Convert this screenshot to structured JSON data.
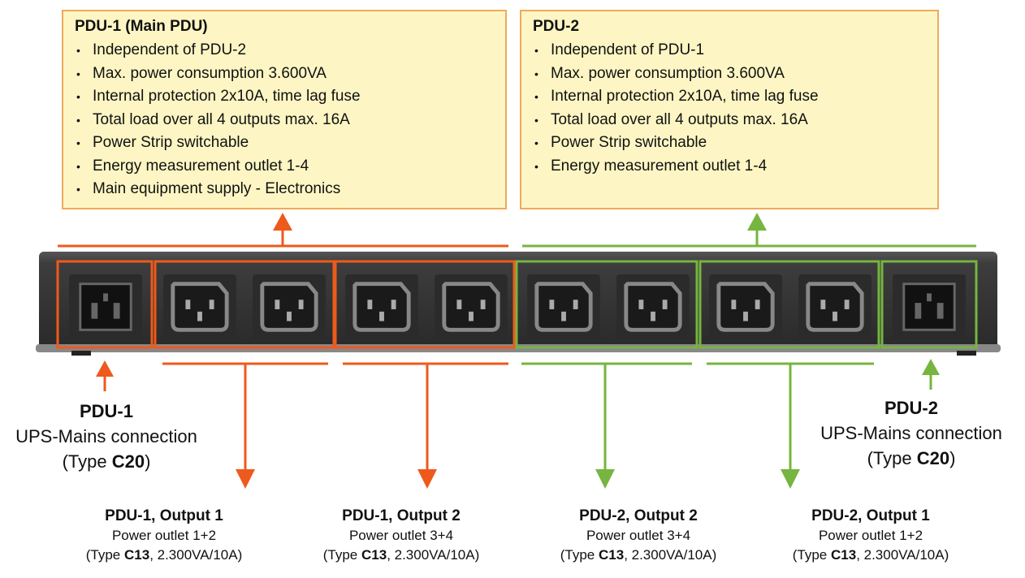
{
  "boxes": {
    "pdu1": {
      "title": "PDU-1 (Main PDU)",
      "items": [
        "Independent of PDU-2",
        "Max. power consumption 3.600VA",
        "Internal protection 2x10A, time lag fuse",
        "Total load over all 4 outputs max. 16A",
        "Power Strip switchable",
        "Energy measurement outlet 1-4",
        "Main equipment supply - Electronics"
      ]
    },
    "pdu2": {
      "title": "PDU-2",
      "items": [
        "Independent of PDU-1",
        "Max. power consumption 3.600VA",
        "Internal protection 2x10A, time lag fuse",
        "Total load over all 4 outputs max. 16A",
        "Power Strip switchable",
        "Energy measurement outlet 1-4"
      ]
    }
  },
  "connections": {
    "pdu1": {
      "title": "PDU-1",
      "subtitle": "UPS-Mains connection",
      "type_prefix": "(Type ",
      "type_bold": "C20",
      "type_suffix": ")"
    },
    "pdu2": {
      "title": "PDU-2",
      "subtitle": "UPS-Mains connection",
      "type_prefix": "(Type ",
      "type_bold": "C20",
      "type_suffix": ")"
    }
  },
  "outputs": [
    {
      "title": "PDU-1, Output 1",
      "subtitle": "Power outlet 1+2",
      "type_prefix": "(Type ",
      "type_bold": "C13",
      "type_suffix": ", 2.300VA/10A)"
    },
    {
      "title": "PDU-1, Output 2",
      "subtitle": "Power outlet 3+4",
      "type_prefix": "(Type ",
      "type_bold": "C13",
      "type_suffix": ", 2.300VA/10A)"
    },
    {
      "title": "PDU-2, Output 2",
      "subtitle": "Power outlet 3+4",
      "type_prefix": "(Type ",
      "type_bold": "C13",
      "type_suffix": ", 2.300VA/10A)"
    },
    {
      "title": "PDU-2, Output 1",
      "subtitle": "Power outlet 1+2",
      "type_prefix": "(Type ",
      "type_bold": "C13",
      "type_suffix": ", 2.300VA/10A)"
    }
  ],
  "colors": {
    "pdu1": "#ee5a1c",
    "pdu2": "#76b53f",
    "box_fill": "#fdf6c4",
    "box_border": "#f0a95a"
  }
}
